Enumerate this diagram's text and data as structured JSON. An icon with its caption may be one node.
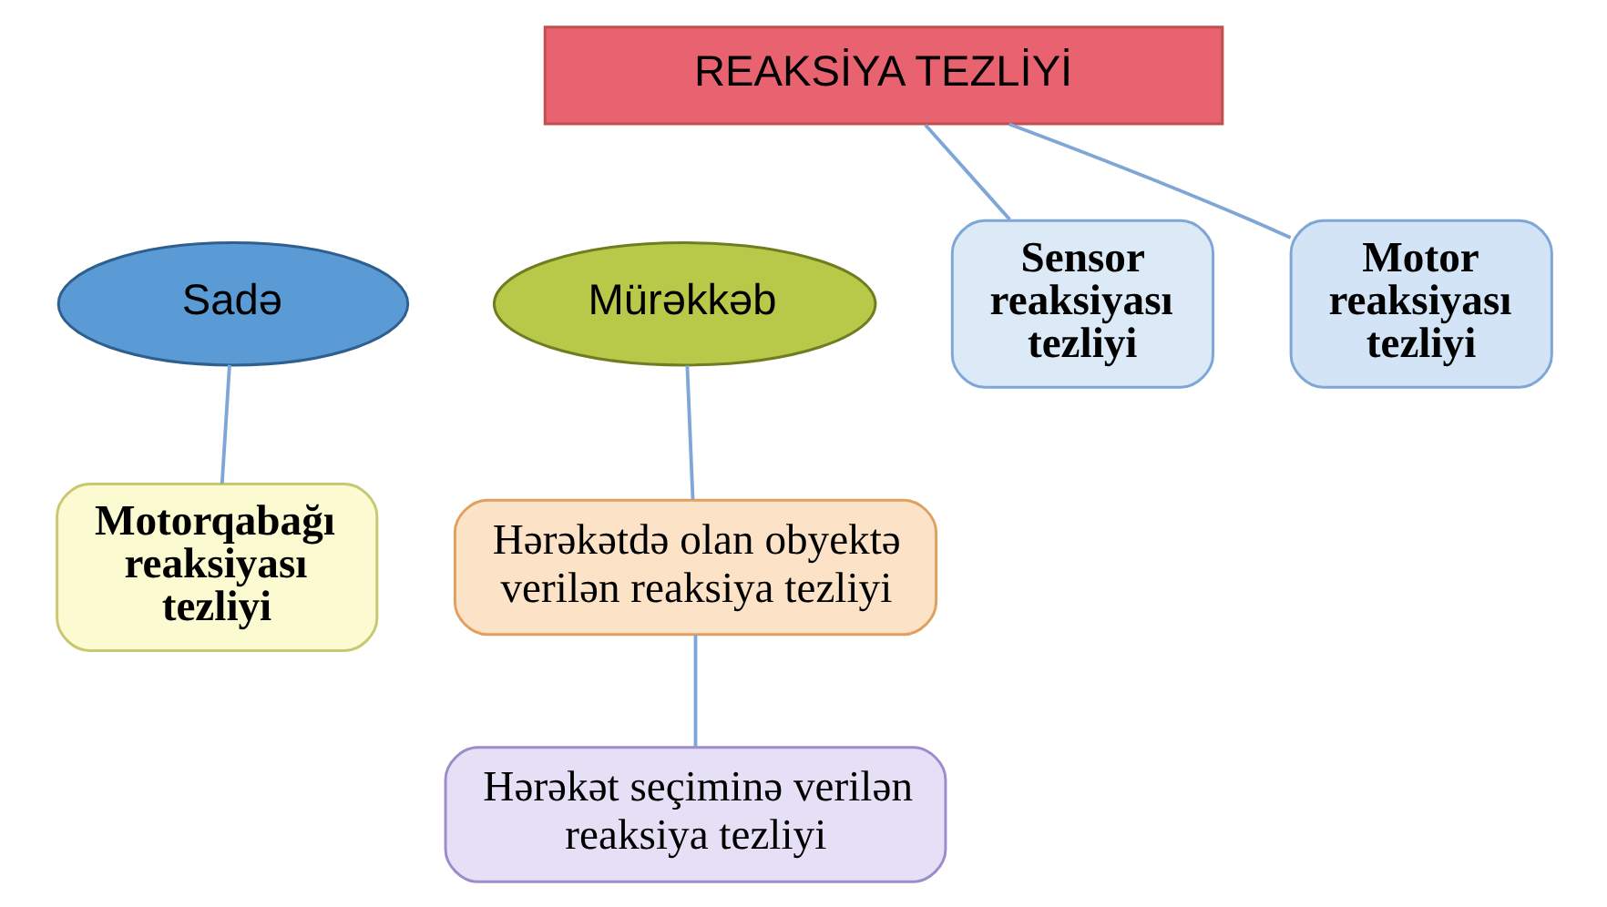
{
  "diagram": {
    "nodes": [
      {
        "text": [
          "REAKSİYA TEZLİYİ"
        ]
      },
      {
        "text": [
          "Sadə"
        ]
      },
      {
        "text": [
          "Mürəkkəb"
        ]
      },
      {
        "text": [
          "Sensor reaksiyası tezliyi"
        ]
      },
      {
        "text": [
          "Hərəkətdə olan obyektə verilən reaksiya tezliyi"
        ]
      },
      {
        "text": [
          "Motorqabağı reaksiyası tezliyi"
        ]
      },
      {
        "text": [
          "Motor reaksiyası tezliyi"
        ]
      },
      {
        "text": [
          "Hərəkət seçiminə verilən reaksiya tezliyi"
        ]
      }
    ],
    "edges": [
      {
        "from": 3,
        "to": 0,
        "arrow": "none"
      },
      {
        "from": 6,
        "to": 0,
        "arrow": "none"
      },
      {
        "from": 5,
        "to": 1,
        "arrow": "none"
      },
      {
        "from": 4,
        "to": 2,
        "arrow": "none"
      },
      {
        "from": 7,
        "to": 4,
        "arrow": "none"
      }
    ]
  }
}
